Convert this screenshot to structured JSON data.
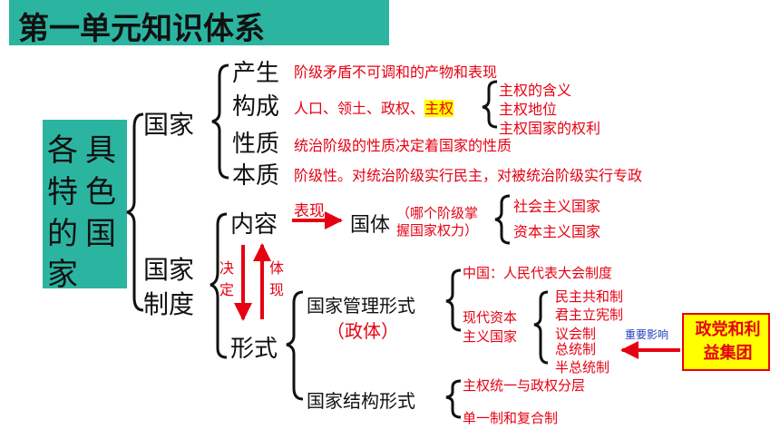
{
  "title": "第一单元知识体系",
  "main_label": [
    "各",
    "具",
    "特",
    "色",
    "的",
    "国",
    "家"
  ],
  "guojia": {
    "label": "国家",
    "items": [
      {
        "name": "产生",
        "desc": "阶级矛盾不可调和的产物和表现"
      },
      {
        "name": "构成",
        "desc_prefix": "人口、领土、政权、",
        "desc_highlight": "主权"
      },
      {
        "name": "性质",
        "desc": "统治阶级的性质决定着国家的性质"
      },
      {
        "name": "本质",
        "desc": "阶级性。对统治阶级实行民主，对被统治阶级实行专政"
      }
    ],
    "sovereignty": [
      "主权的含义",
      "主权地位",
      "主权国家的权利"
    ]
  },
  "zhidu": {
    "label_top": "国家",
    "label_bottom": "制度",
    "neirong": "内容",
    "biaoxian": "表现",
    "guoti": "国体",
    "guoti_note_1": "（哪个阶级掌",
    "guoti_note_2": "握国家权力）",
    "guoti_types": [
      "社会主义国家",
      "资本主义国家"
    ],
    "jueding": [
      "决",
      "定"
    ],
    "tixian": [
      "体",
      "现"
    ],
    "xingshi": "形式",
    "guanli": "国家管理形式",
    "zhengti": "（政体）",
    "china": "中国：人民代表大会制度",
    "modern_1": "现代资本",
    "modern_2": "主义国家",
    "regimes": [
      "民主共和制",
      "君主立宪制",
      "议会制",
      "总统制",
      "半总统制"
    ],
    "jiegou": "国家结构形式",
    "jiegou_types": [
      "主权统一与政权分层",
      "单一制和复合制"
    ]
  },
  "influence": "重要影响",
  "party": "政党和利益集团",
  "colors": {
    "teal": "#2bb5a1",
    "red": "#e60012",
    "yellow": "#ffff00",
    "blue": "#1f3fbf"
  }
}
